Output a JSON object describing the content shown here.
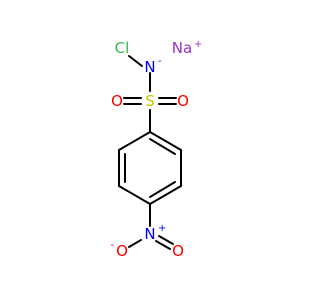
{
  "molecule": {
    "atoms": {
      "cl": "Cl",
      "n_amide": "N",
      "n_amide_charge": "-",
      "na": "Na",
      "na_charge": "+",
      "s": "S",
      "o_left": "O",
      "o_right": "O",
      "n_nitro": "N",
      "n_nitro_charge": "+",
      "o_nitro_left": "O",
      "o_nitro_left_charge": "-",
      "o_nitro_right": "O"
    },
    "colors": {
      "chlorine": "#3cb44b",
      "nitrogen": "#0000ff",
      "sodium": "#9b30c8",
      "sulfur": "#c8c800",
      "oxygen": "#ff0000",
      "bond": "#000000"
    }
  }
}
